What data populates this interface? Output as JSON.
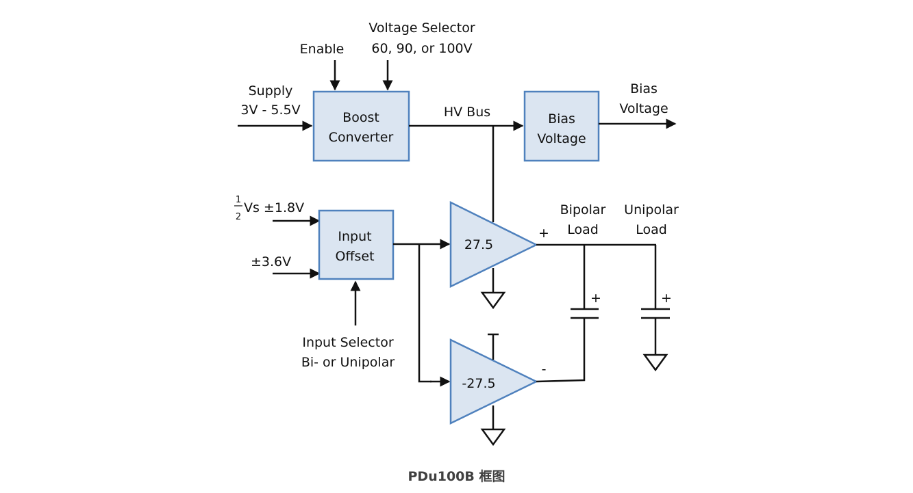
{
  "inputs": {
    "enable": "Enable",
    "voltage_selector": [
      "Voltage Selector",
      "60, 90, or 100V"
    ],
    "supply": [
      "Supply",
      "3V - 5.5V"
    ],
    "half_vs": {
      "fraction_num": "1",
      "fraction_den": "2",
      "text": "Vs ±1.8V"
    },
    "pm36": "±3.6V",
    "input_selector": [
      "Input Selector",
      "Bi- or Unipolar"
    ]
  },
  "blocks": {
    "boost_converter": [
      "Boost",
      "Converter"
    ],
    "bias_voltage": [
      "Bias",
      "Voltage"
    ],
    "input_offset": [
      "Input",
      "Offset"
    ]
  },
  "amplifiers": {
    "positive_gain": "27.5",
    "negative_gain": "-27.5"
  },
  "signals": {
    "hv_bus": "HV Bus",
    "bias_output": [
      "Bias",
      "Voltage"
    ],
    "plus": "+",
    "minus": "-"
  },
  "loads": {
    "bipolar": [
      "Bipolar",
      "Load"
    ],
    "unipolar": [
      "Unipolar",
      "Load"
    ],
    "cap_plus": "+"
  },
  "caption": "PDu100B 框图"
}
